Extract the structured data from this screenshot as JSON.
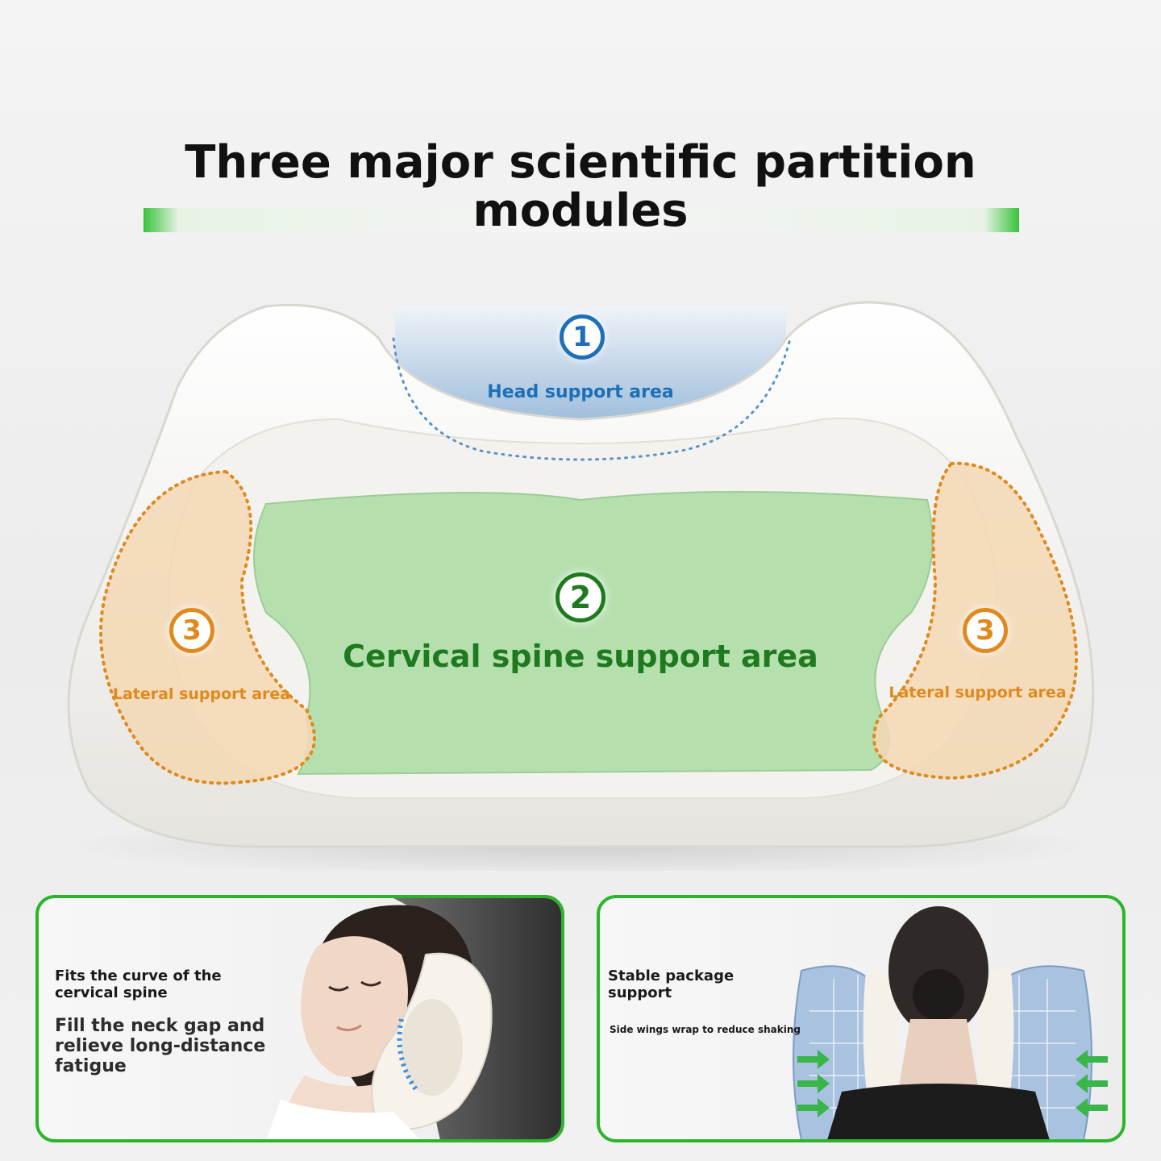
{
  "header": {
    "title_line1": "Three major scientific partition",
    "title_line2": "modules"
  },
  "zones": {
    "head": {
      "number": "1",
      "label": "Head support area",
      "color": "#1d6fb8"
    },
    "cervical": {
      "number": "2",
      "label": "Cervical spine support area",
      "color": "#1f7a1f"
    },
    "lateral_left": {
      "number": "3",
      "label": "Lateral support area",
      "color": "#e08a1e"
    },
    "lateral_right": {
      "number": "3",
      "label": "Lateral support area",
      "color": "#e08a1e"
    }
  },
  "cards": {
    "left": {
      "heading": "Fits the curve of the cervical spine",
      "body": "Fill the neck gap and relieve long-distance fatigue"
    },
    "right": {
      "heading": "Stable package support",
      "caption": "Side wings wrap to reduce shaking"
    }
  },
  "colors": {
    "accent_green": "#2cb52a",
    "head_blue": "#1d6fb8",
    "cervical_green": "#1f7a1f",
    "lateral_orange": "#e08a1e"
  }
}
